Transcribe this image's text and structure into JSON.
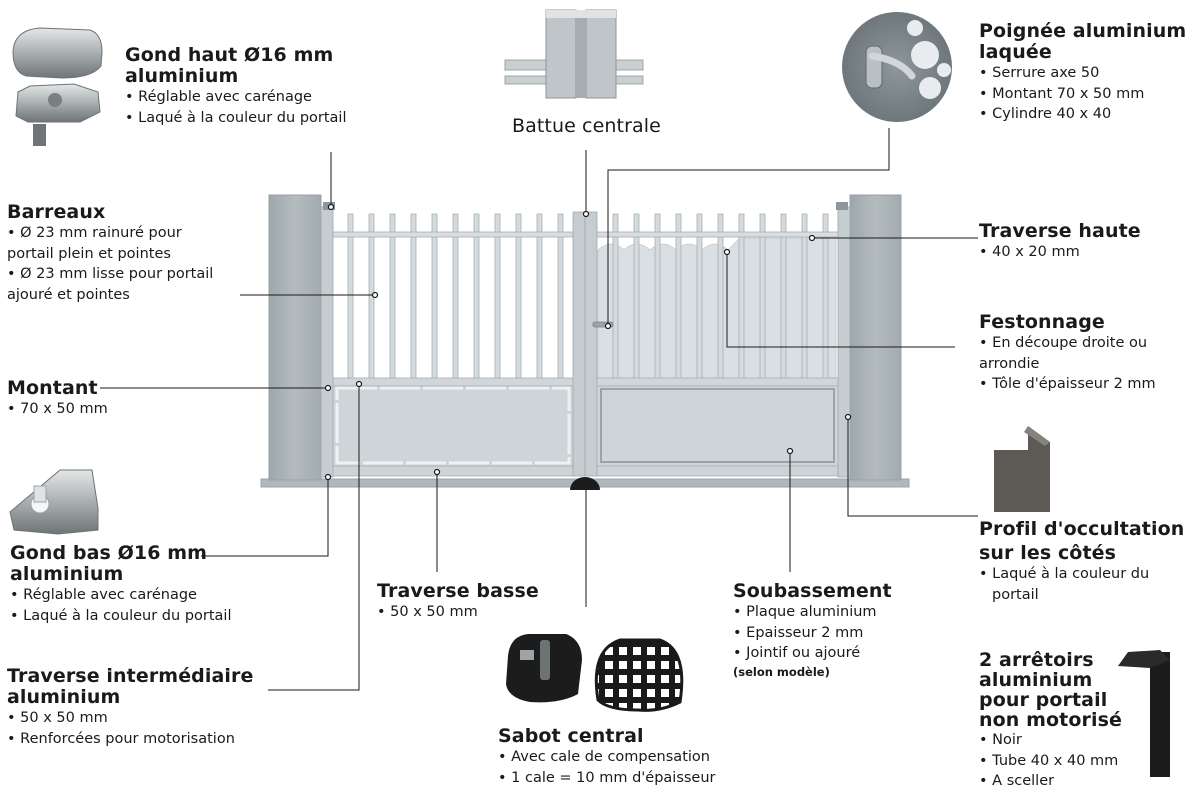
{
  "labels": {
    "gond_haut": {
      "title_1": "Gond haut Ø16 mm",
      "title_2": "aluminium",
      "bullets": [
        "• Réglable avec carénage",
        "• Laqué à la couleur du portail"
      ]
    },
    "battue": {
      "title": "Battue centrale"
    },
    "poignee": {
      "title_1": "Poignée aluminium",
      "title_2": "laquée",
      "bullets": [
        "• Serrure axe 50",
        "• Montant 70 x 50 mm",
        "• Cylindre 40 x 40"
      ]
    },
    "barreaux": {
      "title": "Barreaux",
      "lines": [
        "• Ø 23 mm rainuré pour",
        "portail plein et pointes",
        "• Ø 23 mm lisse pour portail",
        "ajouré et pointes"
      ]
    },
    "traverse_haute": {
      "title": "Traverse haute",
      "bullets": [
        "• 40 x 20 mm"
      ]
    },
    "festonnage": {
      "title": "Festonnage",
      "lines": [
        "• En découpe droite ou",
        "arrondie",
        "• Tôle d'épaisseur 2 mm"
      ]
    },
    "montant": {
      "title": "Montant",
      "bullets": [
        "• 70 x 50 mm"
      ]
    },
    "gond_bas": {
      "title_1": "Gond bas Ø16  mm",
      "title_2": "aluminium",
      "bullets": [
        "• Réglable avec carénage",
        "• Laqué à la couleur du portail"
      ]
    },
    "profil": {
      "title_1": "Profil d'occultation",
      "title_2": "sur les côtés",
      "lines": [
        "• Laqué à la couleur du",
        "portail"
      ]
    },
    "traverse_basse": {
      "title": "Traverse basse",
      "bullets": [
        "• 50 x 50 mm"
      ]
    },
    "soubassement": {
      "title": "Soubassement",
      "bullets": [
        "• Plaque aluminium",
        "• Epaisseur 2 mm",
        "• Jointif ou ajouré"
      ],
      "note": "(selon modèle)"
    },
    "traverse_inter": {
      "title_1": "Traverse intermédiaire",
      "title_2": "aluminium",
      "bullets": [
        "• 50 x 50 mm",
        "• Renforcées pour motorisation"
      ]
    },
    "sabot": {
      "title": "Sabot central",
      "bullets": [
        "• Avec cale de compensation",
        "• 1 cale = 10 mm d'épaisseur"
      ]
    },
    "arretoirs": {
      "title_1": "2 arrêtoirs",
      "title_2": "aluminium",
      "title_3": "pour portail",
      "title_4": "non motorisé",
      "bullets": [
        "• Noir",
        "• Tube 40 x 40 mm",
        "• A sceller"
      ]
    }
  },
  "colors": {
    "text": "#1a1a1a",
    "pillar": "#a9b2b6",
    "gate_frame": "#c2c9cc",
    "panel": "#ced5d8",
    "leader_line": "#1a1a1a",
    "profile": "#5d5a55",
    "stopper": "#1c1c1c"
  }
}
